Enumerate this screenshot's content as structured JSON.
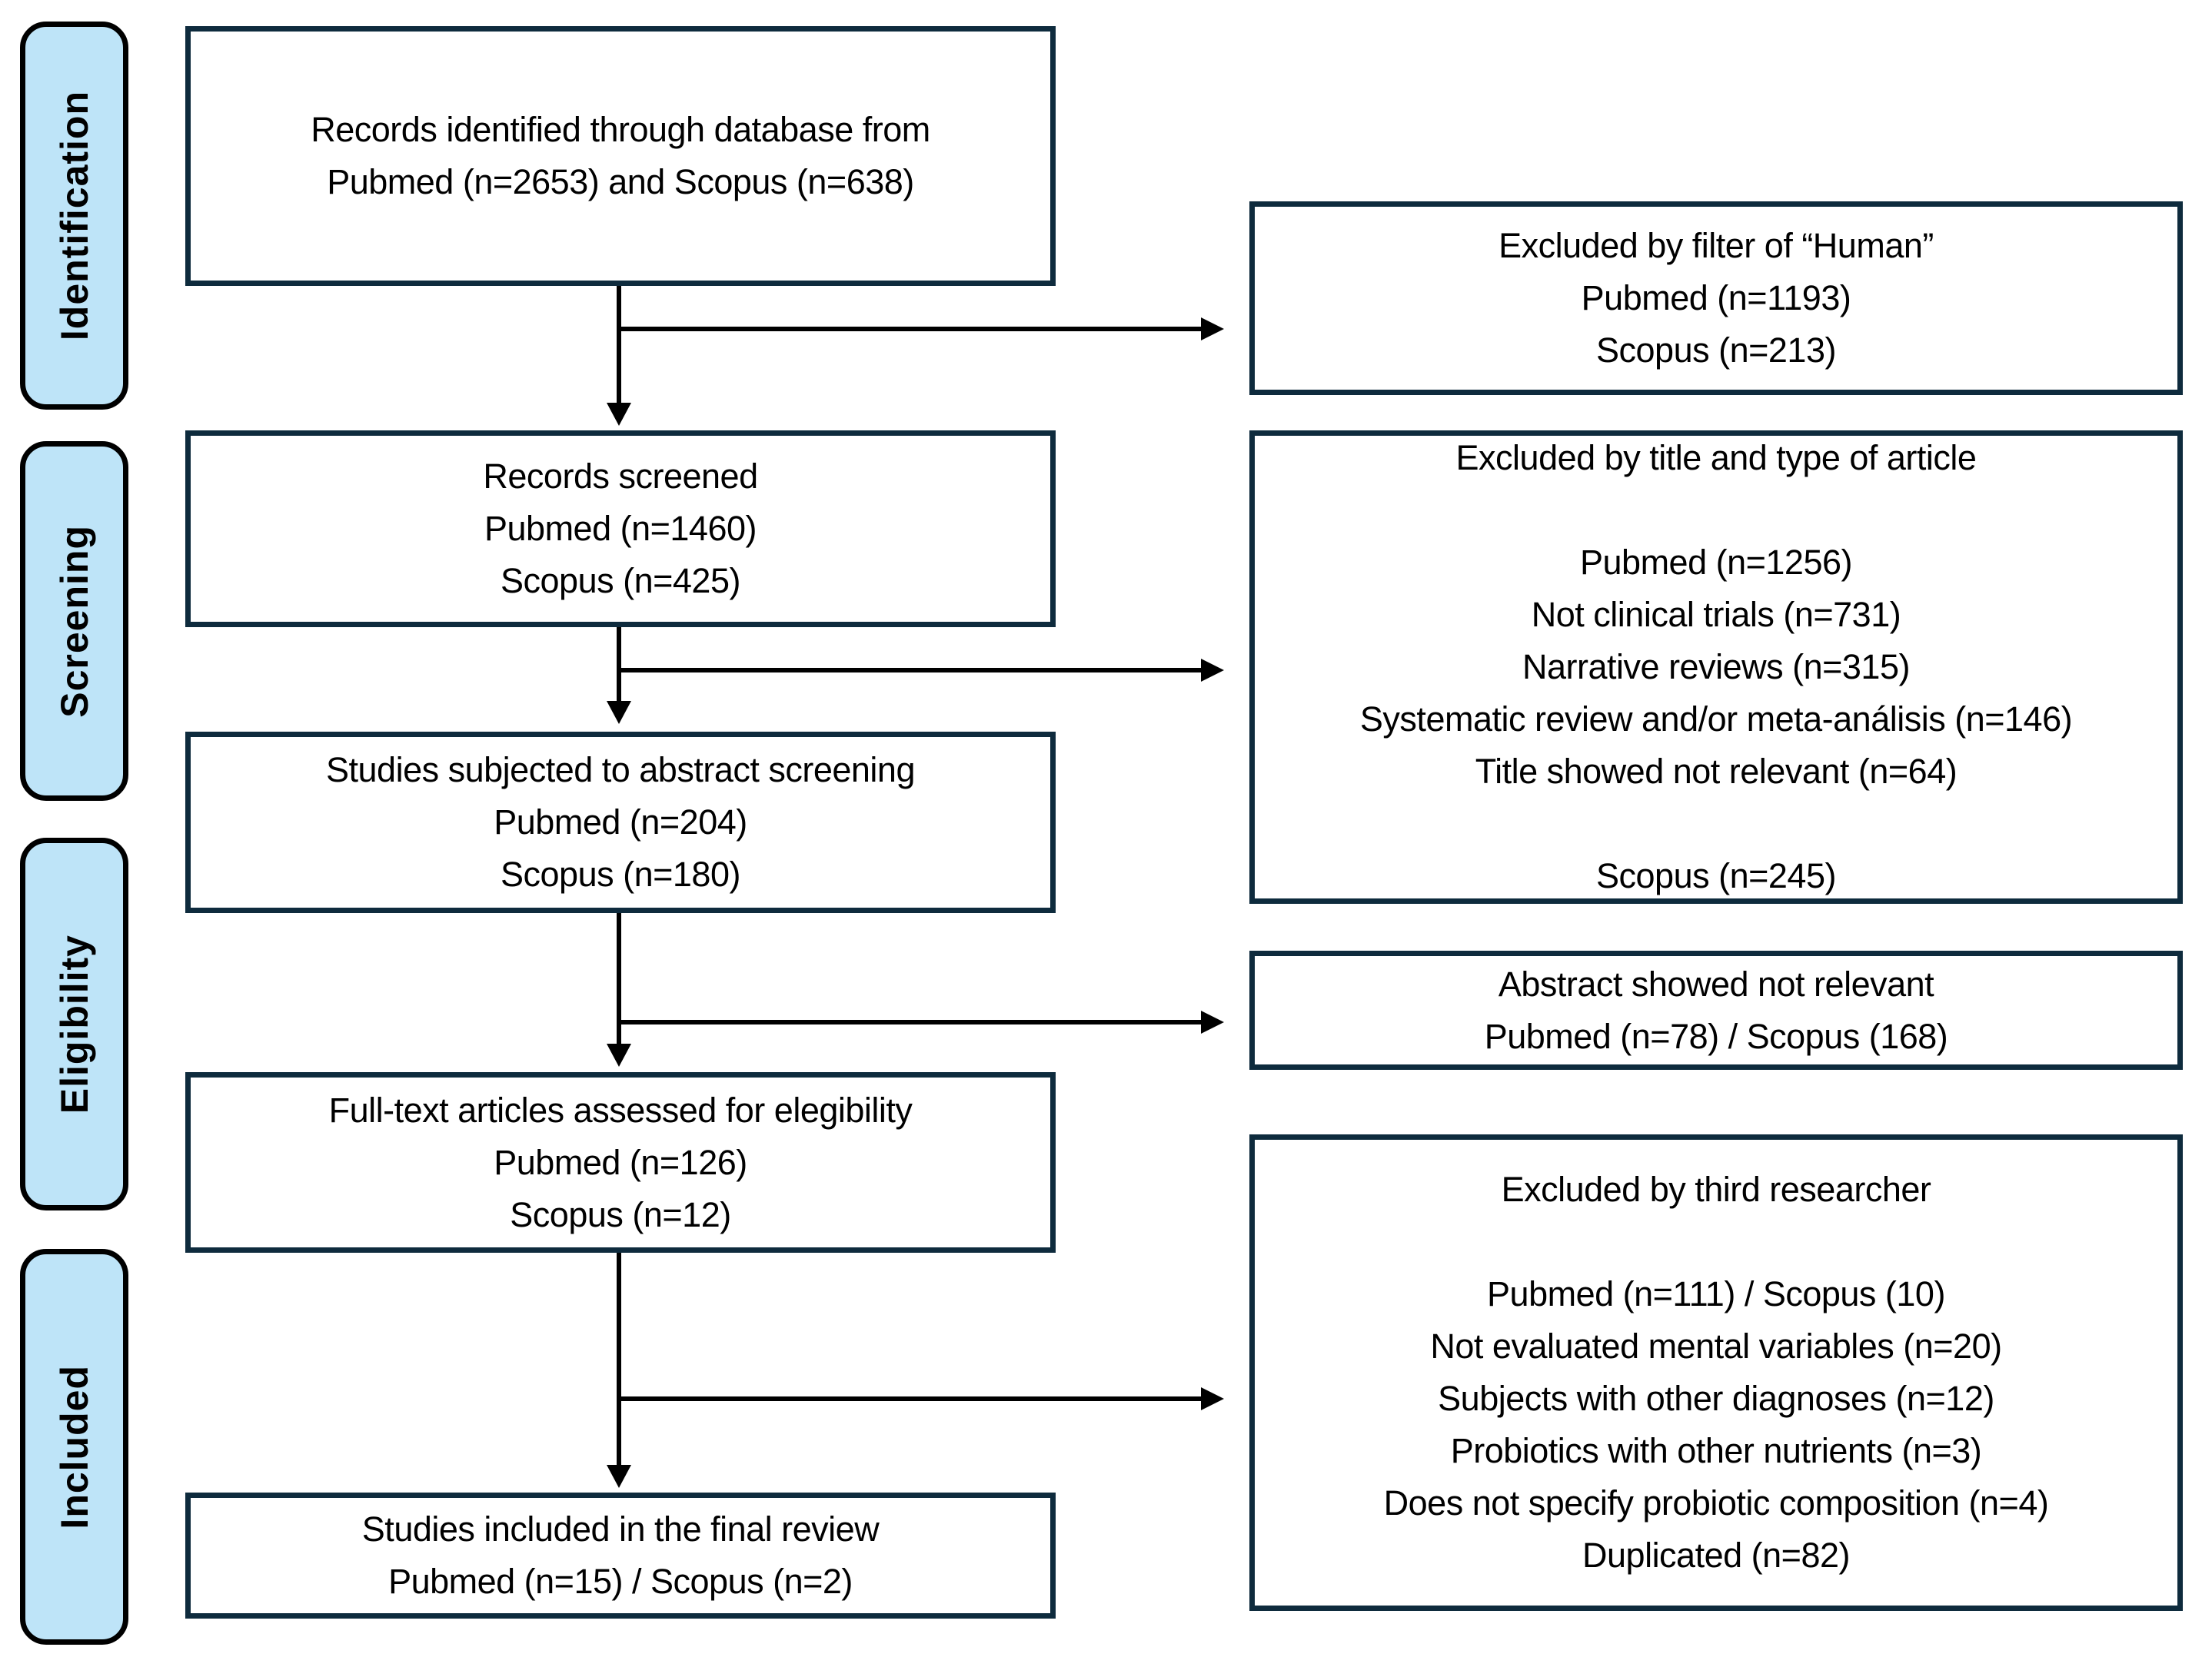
{
  "stages": [
    {
      "label": "Identification"
    },
    {
      "label": "Screening"
    },
    {
      "label": "Eligibility"
    },
    {
      "label": "Included"
    }
  ],
  "flow_boxes": [
    {
      "lines": [
        "Records identified through database from",
        "Pubmed (n=2653) and Scopus (n=638)"
      ]
    },
    {
      "lines": [
        "Records screened",
        "Pubmed (n=1460)",
        "Scopus (n=425)"
      ]
    },
    {
      "lines": [
        "Studies subjected to abstract screening",
        "Pubmed (n=204)",
        "Scopus (n=180)"
      ]
    },
    {
      "lines": [
        "Full-text articles assessed for elegibility",
        "Pubmed (n=126)",
        "Scopus (n=12)"
      ]
    },
    {
      "lines": [
        "Studies included in the final review",
        "Pubmed (n=15) / Scopus (n=2)"
      ]
    }
  ],
  "exclusion_boxes": [
    {
      "lines": [
        "Excluded by filter of “Human”",
        "Pubmed (n=1193)",
        "Scopus (n=213)"
      ]
    },
    {
      "lines": [
        "Excluded by title and type of article",
        "",
        "Pubmed (n=1256)",
        "Not clinical trials (n=731)",
        "Narrative reviews (n=315)",
        "Systematic review and/or meta-análisis (n=146)",
        "Title showed not relevant (n=64)",
        "",
        "Scopus (n=245)"
      ]
    },
    {
      "lines": [
        "Abstract showed not relevant",
        "Pubmed (n=78) / Scopus (168)"
      ]
    },
    {
      "lines": [
        "Excluded by third researcher",
        "",
        "Pubmed (n=111) / Scopus (10)",
        "Not evaluated mental variables (n=20)",
        "Subjects with other diagnoses (n=12)",
        "Probiotics with other nutrients (n=3)",
        "Does not specify probiotic composition (n=4)",
        "Duplicated (n=82)"
      ]
    }
  ],
  "colors": {
    "stage_fill": "#bee4f8",
    "stage_border": "#000000",
    "box_border": "#0e2b3d",
    "box_fill": "#ffffff",
    "text": "#000000",
    "arrow": "#000000"
  }
}
